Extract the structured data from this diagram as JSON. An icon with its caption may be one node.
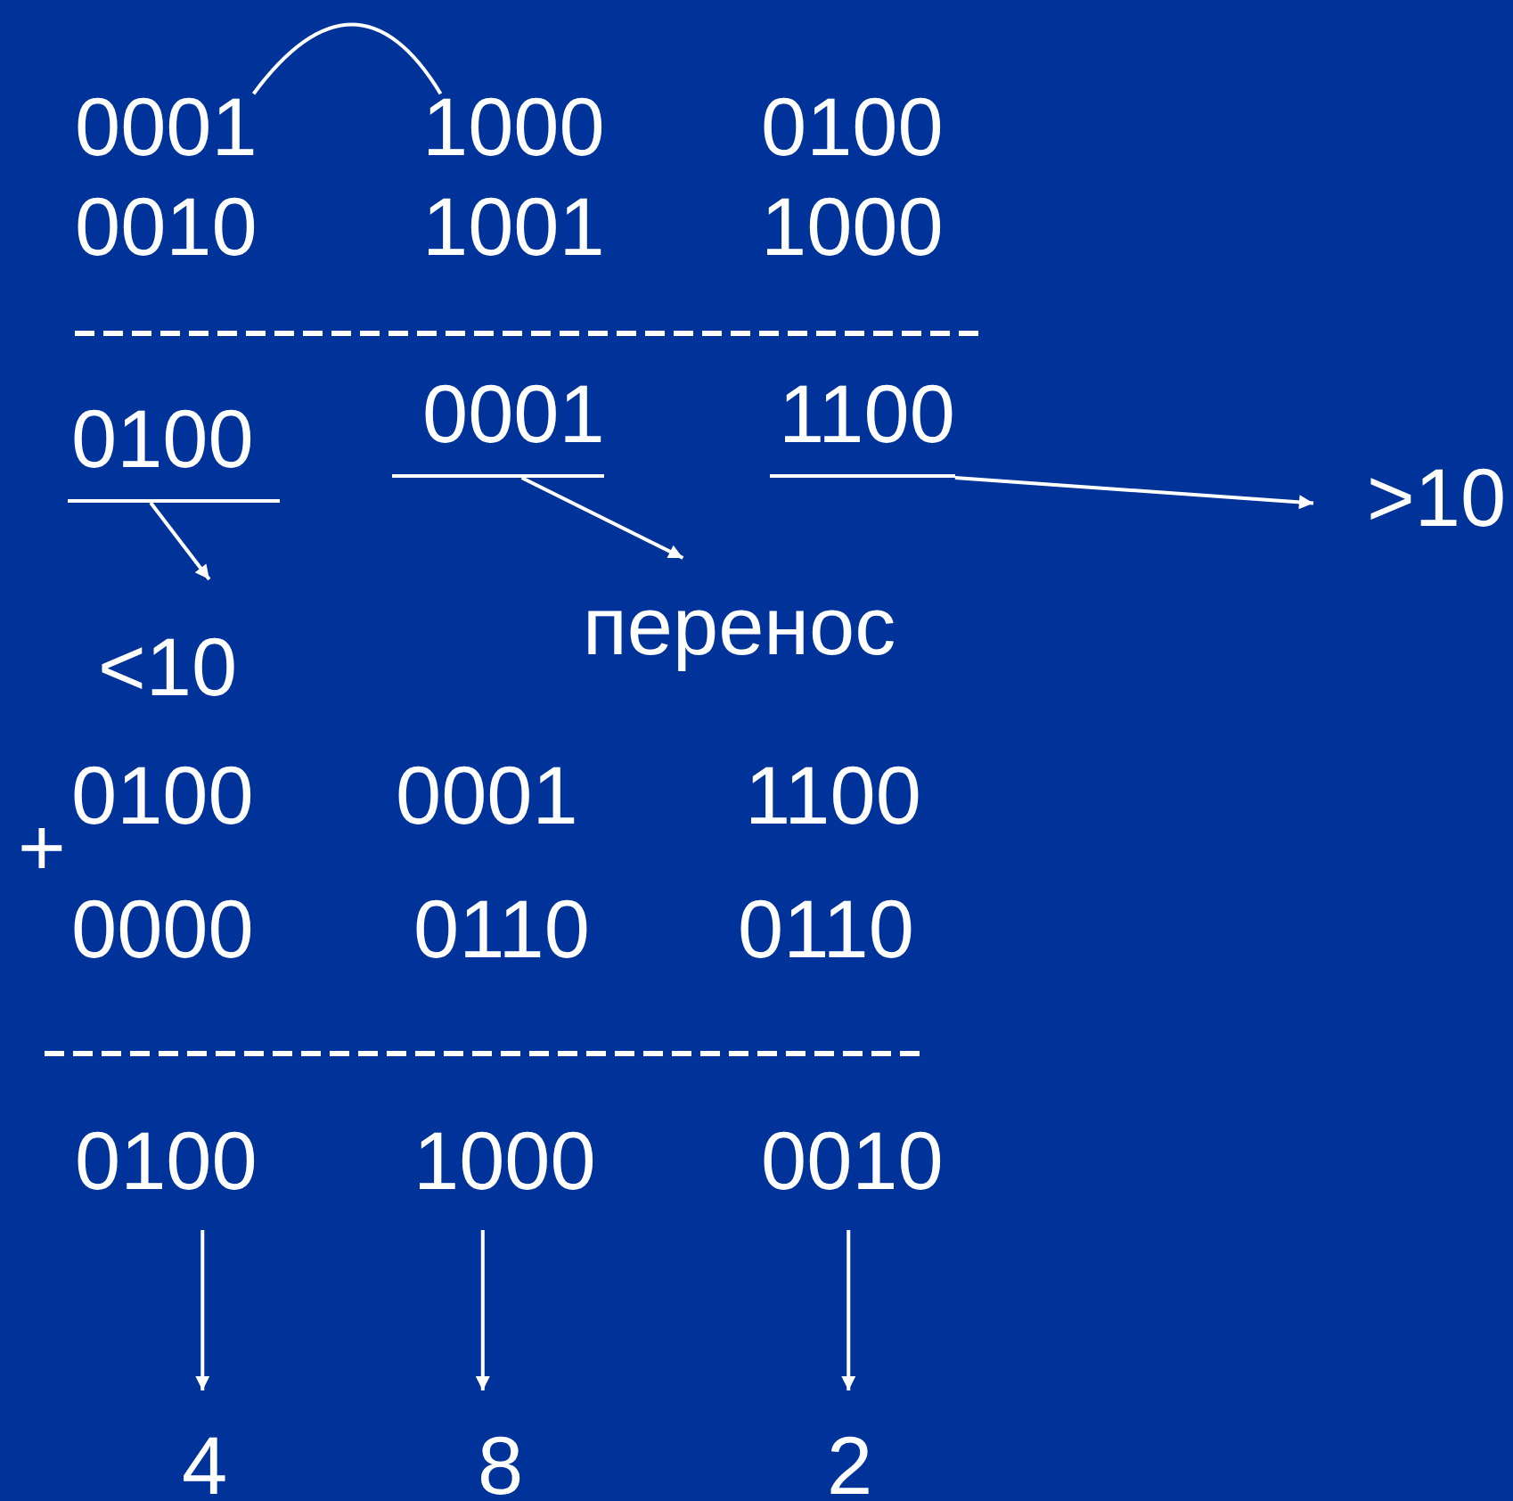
{
  "diagram": {
    "nodes": [
      {
        "text": [
          "0001"
        ]
      },
      {
        "text": [
          "1000"
        ]
      },
      {
        "text": [
          "0100"
        ]
      },
      {
        "text": [
          "0001"
        ]
      },
      {
        "text": [
          "1100"
        ]
      },
      {
        "text": [
          ">10"
        ]
      },
      {
        "text": [
          "<10"
        ]
      },
      {
        "text": [
          "перенос"
        ]
      },
      {
        "text": [
          "0100"
        ]
      },
      {
        "text": [
          "1000"
        ]
      },
      {
        "text": [
          "0010"
        ]
      },
      {
        "text": [
          "4"
        ]
      },
      {
        "text": [
          "8"
        ]
      },
      {
        "text": [
          "2"
        ]
      }
    ],
    "edges": [
      {
        "from": 0,
        "to": 1,
        "arrow": "none"
      },
      {
        "from": 2,
        "to": 6,
        "arrow": "to"
      },
      {
        "from": 3,
        "to": 7,
        "arrow": "to"
      },
      {
        "from": 4,
        "to": 5,
        "arrow": "to"
      },
      {
        "from": 8,
        "to": 11,
        "arrow": "to"
      },
      {
        "from": 9,
        "to": 12,
        "arrow": "to"
      },
      {
        "from": 10,
        "to": 13,
        "arrow": "to"
      }
    ],
    "labels": [
      "0100",
      "0010",
      "1001",
      "1000",
      "0100",
      "0001",
      "1100",
      "+",
      "0000",
      "0110",
      "0110"
    ]
  }
}
